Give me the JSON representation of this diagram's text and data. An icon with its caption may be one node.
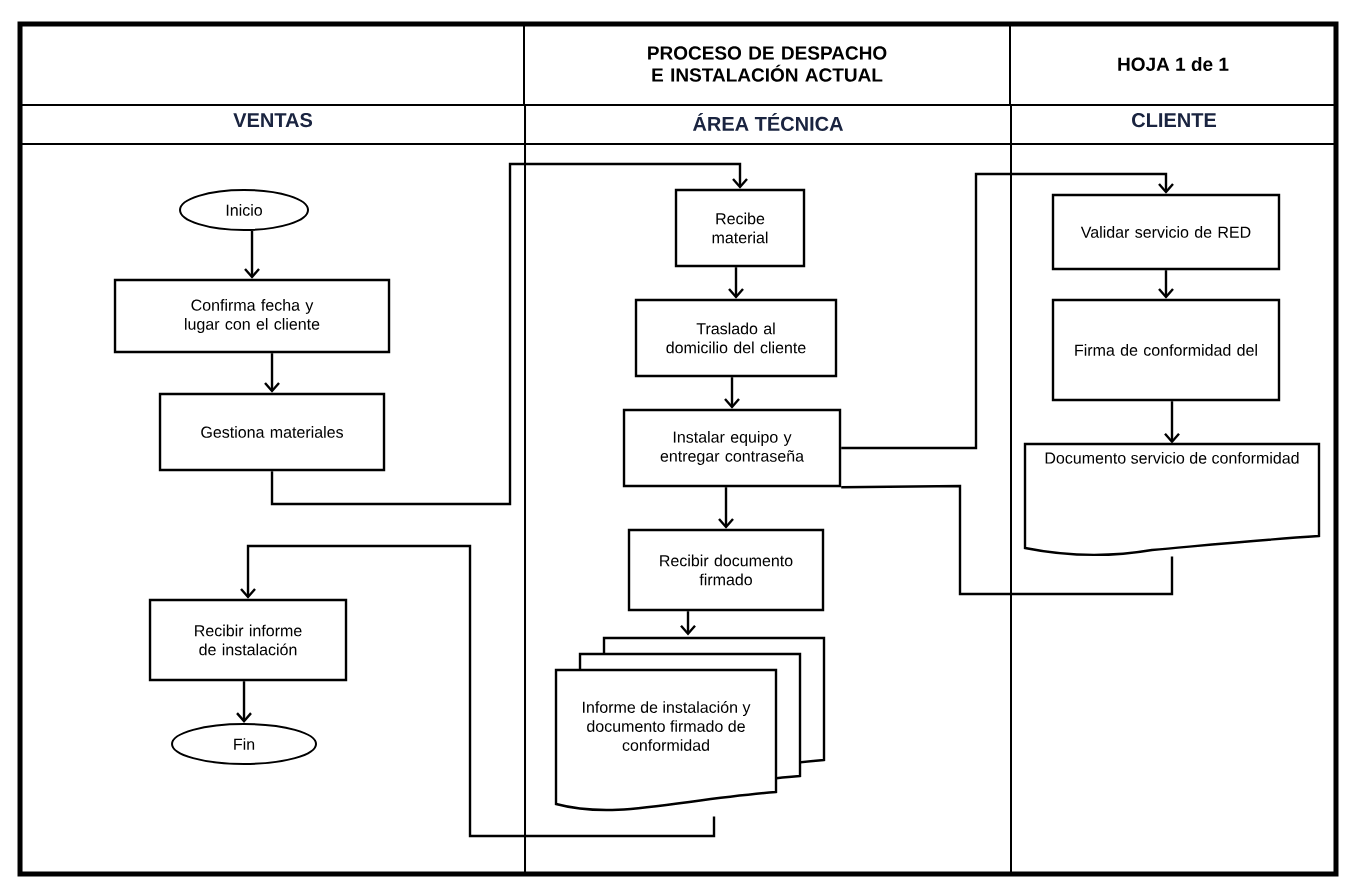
{
  "diagram": {
    "title": "PROCESO DE DESPACHO E INSTALACIÓN ACTUAL",
    "nodes": [
      {
        "text": [
          "VENTAS"
        ]
      },
      {
        "text": [
          "ÁREA TÉCNICA"
        ]
      },
      {
        "text": [
          "CLIENTE"
        ]
      },
      {
        "text": [
          "Inicio"
        ],
        "in": 0
      },
      {
        "text": [
          "Confirma fecha y lugar con el cliente"
        ],
        "in": 0
      },
      {
        "text": [
          "Gestiona materiales"
        ],
        "in": 0
      },
      {
        "text": [
          "Recibir informe de instalación"
        ],
        "in": 0
      },
      {
        "text": [
          "Fin"
        ],
        "in": 0
      },
      {
        "text": [
          "Recibe material"
        ],
        "in": 1
      },
      {
        "text": [
          "Traslado al domicilio del cliente"
        ],
        "in": 1
      },
      {
        "text": [
          "Instalar equipo y entregar contraseña"
        ],
        "in": 1
      },
      {
        "text": [
          "Validar servicio de RED"
        ],
        "in": 2
      },
      {
        "text": [
          "Firma de conformidad del"
        ],
        "in": 2
      },
      {
        "text": [
          "Documento servicio de conformidad"
        ],
        "in": 2
      },
      {
        "text": [
          "Recibir documento firmado"
        ],
        "in": 1
      },
      {
        "text": [
          "Informe de instalación y documento firmado de conformidad"
        ],
        "in": 1
      }
    ],
    "edges": [
      {
        "from": 3,
        "to": 4,
        "arrow": "to"
      },
      {
        "from": 4,
        "to": 5,
        "arrow": "to"
      },
      {
        "from": 5,
        "to": 8,
        "arrow": "to"
      },
      {
        "from": 8,
        "to": 9,
        "arrow": "to"
      },
      {
        "from": 9,
        "to": 10,
        "arrow": "to"
      },
      {
        "from": 10,
        "to": 11,
        "arrow": "to"
      },
      {
        "from": 11,
        "to": 12,
        "arrow": "to"
      },
      {
        "from": 12,
        "to": 13,
        "arrow": "to"
      },
      {
        "from": 13,
        "to": 10,
        "arrow": "none"
      },
      {
        "from": 10,
        "to": 14,
        "arrow": "to"
      },
      {
        "from": 14,
        "to": 15,
        "arrow": "to"
      },
      {
        "from": 15,
        "to": 6,
        "arrow": "to"
      },
      {
        "from": 6,
        "to": 7,
        "arrow": "to"
      }
    ],
    "labels": [
      "HOJA 1 de 1"
    ]
  }
}
